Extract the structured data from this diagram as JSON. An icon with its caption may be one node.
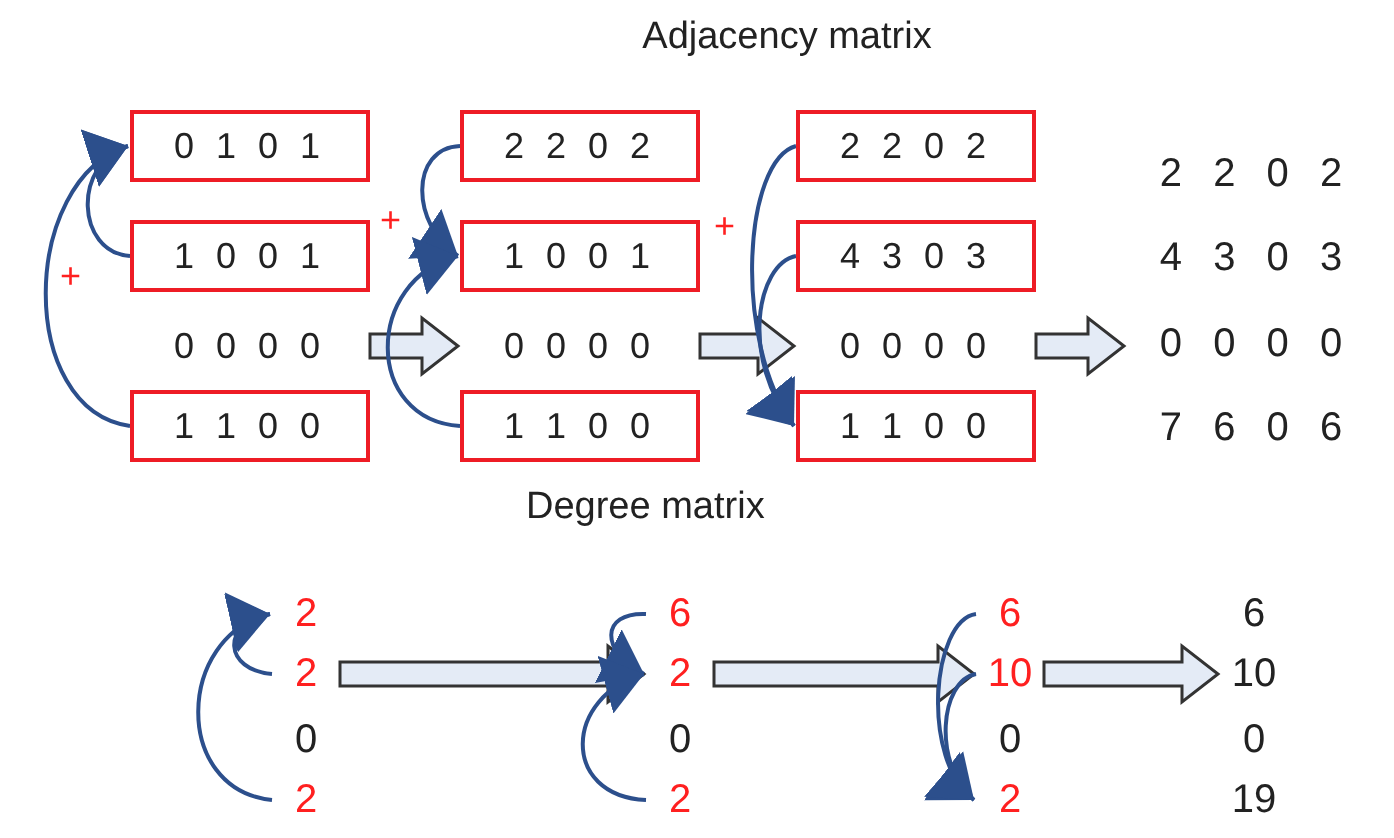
{
  "diagram": {
    "title": "Adjacency matrix",
    "nodes": [
      {
        "text": [
          "0 1 0 1"
        ]
      },
      {
        "text": [
          "1 0 0 1"
        ]
      },
      {
        "text": [
          "0 0 0 0"
        ]
      },
      {
        "text": [
          "1 1 0 0"
        ]
      },
      {
        "text": [
          "2 2 0 2"
        ]
      },
      {
        "text": [
          "1 0 0 1"
        ]
      },
      {
        "text": [
          "0 0 0 0"
        ]
      },
      {
        "text": [
          "1 1 0 0"
        ]
      },
      {
        "text": [
          "2 2 0 2"
        ]
      },
      {
        "text": [
          "4 3 0 3"
        ]
      },
      {
        "text": [
          "0 0 0 0"
        ]
      },
      {
        "text": [
          "1 1 0 0"
        ]
      },
      {
        "text": [
          "2 2 0 2"
        ]
      },
      {
        "text": [
          "4 3 0 3"
        ]
      },
      {
        "text": [
          "0 0 0 0"
        ]
      },
      {
        "text": [
          "7 6 0 6"
        ]
      },
      {
        "text": [
          "2"
        ]
      },
      {
        "text": [
          "2"
        ]
      },
      {
        "text": [
          "0"
        ]
      },
      {
        "text": [
          "2"
        ]
      },
      {
        "text": [
          "6"
        ]
      },
      {
        "text": [
          "2"
        ]
      },
      {
        "text": [
          "0"
        ]
      },
      {
        "text": [
          "2"
        ]
      },
      {
        "text": [
          "6"
        ]
      },
      {
        "text": [
          "10"
        ]
      },
      {
        "text": [
          "0"
        ]
      },
      {
        "text": [
          "2"
        ]
      },
      {
        "text": [
          "6"
        ]
      },
      {
        "text": [
          "10"
        ]
      },
      {
        "text": [
          "0"
        ]
      },
      {
        "text": [
          "19"
        ]
      }
    ],
    "edges": [
      {
        "from": 1,
        "to": 0,
        "arrow": "to"
      },
      {
        "from": 3,
        "to": 0,
        "arrow": "to"
      },
      {
        "from": 2,
        "to": 6,
        "arrow": "to",
        "style": "thick",
        "color": "#333333"
      },
      {
        "from": 4,
        "to": 5,
        "arrow": "to"
      },
      {
        "from": 7,
        "to": 5,
        "arrow": "to"
      },
      {
        "from": 6,
        "to": 10,
        "arrow": "to",
        "style": "thick",
        "color": "#333333"
      },
      {
        "from": 8,
        "to": 11,
        "arrow": "to"
      },
      {
        "from": 9,
        "to": 11,
        "arrow": "to"
      },
      {
        "from": 10,
        "to": 14,
        "arrow": "to",
        "style": "thick",
        "color": "#333333"
      },
      {
        "from": 17,
        "to": 16,
        "arrow": "to"
      },
      {
        "from": 19,
        "to": 16,
        "arrow": "to"
      },
      {
        "from": 17,
        "to": 21,
        "arrow": "to",
        "style": "thick",
        "color": "#333333"
      },
      {
        "from": 20,
        "to": 21,
        "arrow": "to"
      },
      {
        "from": 23,
        "to": 21,
        "arrow": "to"
      },
      {
        "from": 21,
        "to": 25,
        "arrow": "to",
        "style": "thick",
        "color": "#333333"
      },
      {
        "from": 24,
        "to": 27,
        "arrow": "to"
      },
      {
        "from": 25,
        "to": 27,
        "arrow": "to"
      },
      {
        "from": 25,
        "to": 29,
        "arrow": "to",
        "style": "thick",
        "color": "#333333"
      }
    ],
    "labels": [
      "+",
      "+",
      "+",
      "Degree matrix"
    ]
  }
}
